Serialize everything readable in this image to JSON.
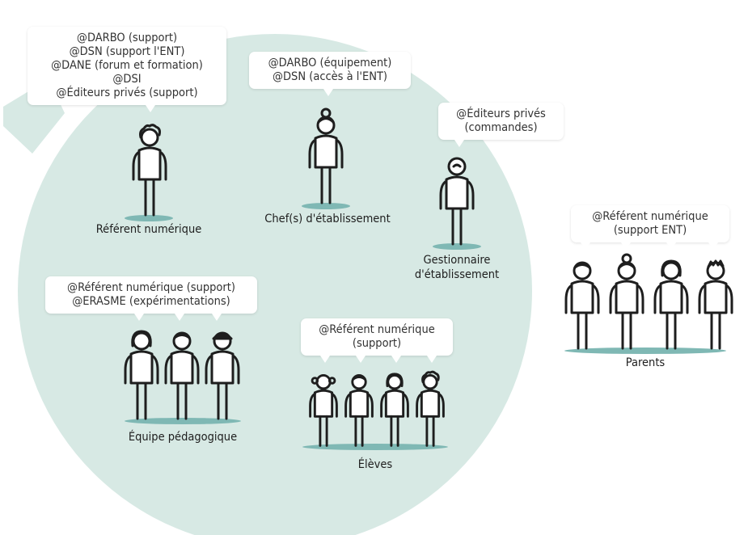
{
  "colors": {
    "circle": "#d7e9e4",
    "platform": "#7fb8b4",
    "stroke": "#1e1e1e",
    "bubble": "#ffffff",
    "text": "#1e1e1e"
  },
  "bubbles": {
    "referent": [
      "@DARBO (support)",
      "@DSN (support l'ENT)",
      "@DANE (forum et formation)",
      "@DSI",
      "@Éditeurs privés (support)"
    ],
    "chef": [
      "@DARBO (équipement)",
      "@DSN (accès à l'ENT)"
    ],
    "gestionnaire": [
      "@Éditeurs privés",
      "(commandes)"
    ],
    "equipe": [
      "@Référent numérique (support)",
      "@ERASME (expérimentations)"
    ],
    "eleves": [
      "@Référent numérique",
      "(support)"
    ],
    "parents": [
      "@Référent numérique",
      "(support ENT)"
    ]
  },
  "labels": {
    "referent": "Référent numérique",
    "chef": "Chef(s) d'établissement",
    "gestionnaire": [
      "Gestionnaire",
      "d'établissement"
    ],
    "equipe": "Équipe pédagogique",
    "eleves": "Élèves",
    "parents": "Parents"
  },
  "figures": {
    "referent": [
      "curly"
    ],
    "chef": [
      "bun"
    ],
    "gestionnaire": [
      "bald"
    ],
    "equipe": [
      "bob",
      "plain",
      "cap"
    ],
    "eleves": [
      "pigtails",
      "plain",
      "bob",
      "curly"
    ],
    "parents": [
      "plain",
      "bun",
      "bob",
      "spiky"
    ]
  }
}
